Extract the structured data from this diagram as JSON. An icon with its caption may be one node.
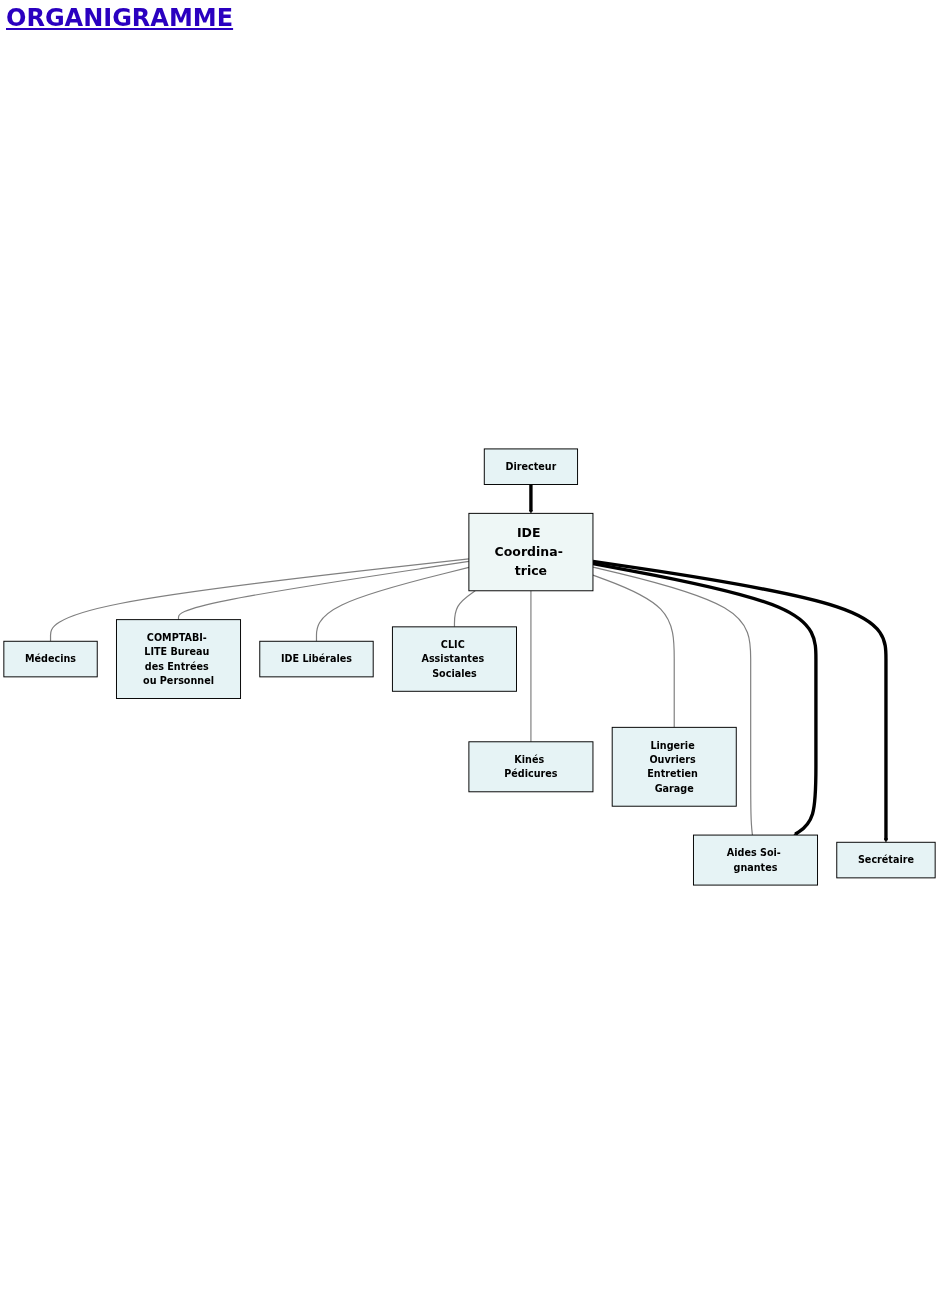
{
  "diagram": {
    "title": "ORGANIGRAMME",
    "nodes": [
      {
        "text": [
          "Directeur"
        ]
      },
      {
        "text": [
          "Médecins"
        ]
      },
      {
        "text": [
          "COMPTABI- LITE Bureau des Entrées ou Personnel"
        ]
      },
      {
        "text": [
          "IDE Libérales"
        ]
      },
      {
        "text": [
          "IDE Coordina- trice"
        ]
      },
      {
        "text": [
          "CLIC Assistantes Sociales"
        ]
      },
      {
        "text": [
          "Kinés Pédicures"
        ]
      },
      {
        "text": [
          "Lingerie Ouvriers Entretien Garage"
        ]
      },
      {
        "text": [
          "Aides Soi- gnantes"
        ]
      },
      {
        "text": [
          "Secrétaire"
        ]
      }
    ],
    "edges": [
      {
        "from": 0,
        "to": 4,
        "arrow": "to",
        "style": "thick",
        "color": "#000000"
      },
      {
        "from": 4,
        "to": 1,
        "arrow": "none"
      },
      {
        "from": 4,
        "to": 2,
        "arrow": "none"
      },
      {
        "from": 4,
        "to": 3,
        "arrow": "none"
      },
      {
        "from": 4,
        "to": 5,
        "arrow": "none"
      },
      {
        "from": 4,
        "to": 6,
        "arrow": "none"
      },
      {
        "from": 4,
        "to": 7,
        "arrow": "none"
      },
      {
        "from": 4,
        "to": 8,
        "arrow": "none"
      },
      {
        "from": 4,
        "to": 8,
        "arrow": "to",
        "style": "thick",
        "color": "#000000"
      },
      {
        "from": 4,
        "to": 9,
        "arrow": "to",
        "style": "thick",
        "color": "#000000"
      }
    ]
  }
}
